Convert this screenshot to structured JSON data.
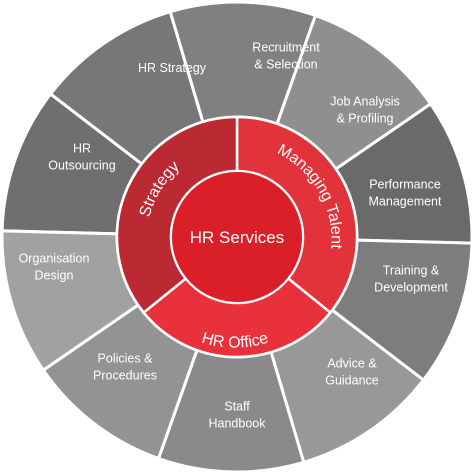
{
  "center": {
    "label": "HR Services"
  },
  "inner_ring": [
    {
      "label": "Managing Talent"
    },
    {
      "label": "HR Office"
    },
    {
      "label": "Strategy"
    }
  ],
  "outer_ring": [
    {
      "lines": [
        "Recruitment",
        "& Selection"
      ]
    },
    {
      "lines": [
        "Job Analysis",
        "& Profiling"
      ]
    },
    {
      "lines": [
        "Performance",
        "Management"
      ]
    },
    {
      "lines": [
        "Training &",
        "Development"
      ]
    },
    {
      "lines": [
        "Advice &",
        "Guidance"
      ]
    },
    {
      "lines": [
        "Staff",
        "Handbook"
      ]
    },
    {
      "lines": [
        "Policies &",
        "Procedures"
      ]
    },
    {
      "lines": [
        "Organisation",
        "Design"
      ]
    },
    {
      "lines": [
        "HR",
        "Outsourcing"
      ]
    },
    {
      "lines": [
        "HR Strategy"
      ]
    }
  ],
  "colors": {
    "outer_segments": [
      "#6f6f6f",
      "#777777",
      "#808080",
      "#8f8f8f",
      "#6a6a6a",
      "#7d7d7d",
      "#989898",
      "#8a8a8a",
      "#939393",
      "#a1a1a1"
    ],
    "managing_talent": "#e2333b",
    "hr_office": "#e8313a",
    "strategy": "#bb2a33",
    "center": "#da1f28",
    "separator": "#ffffff"
  }
}
